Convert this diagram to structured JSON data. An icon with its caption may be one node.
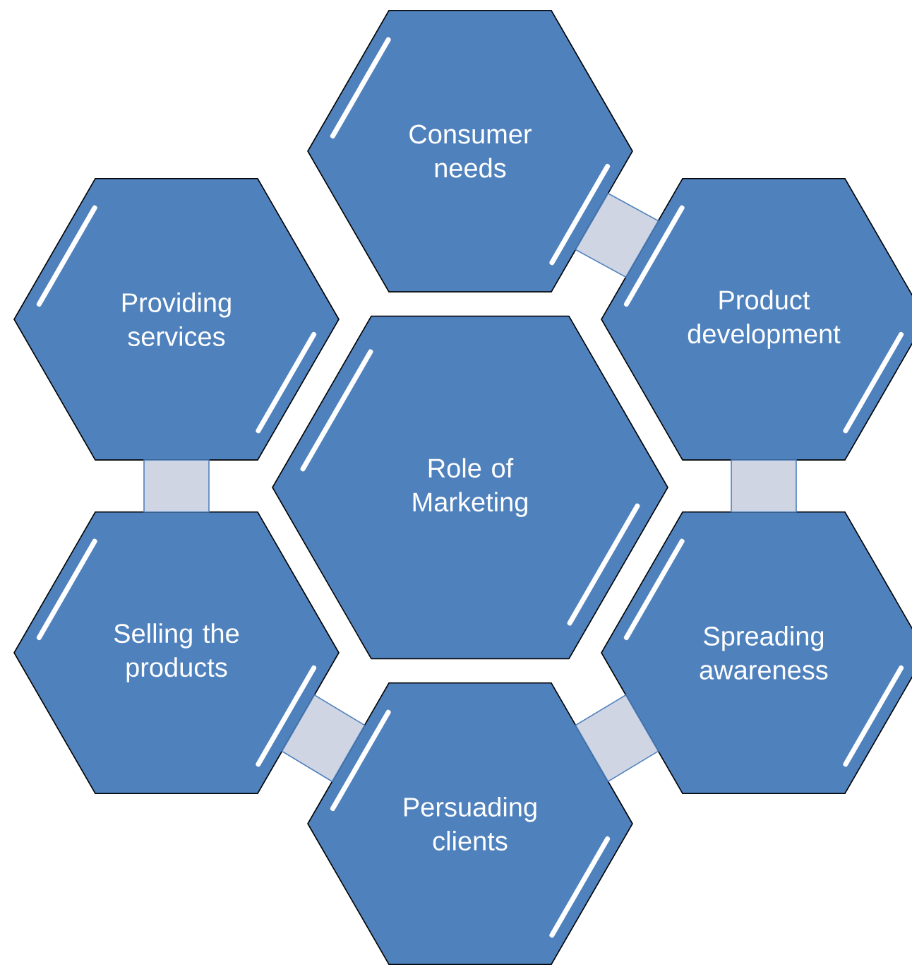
{
  "diagram": {
    "nodes": [
      {
        "text": [
          "Consumer needs"
        ]
      },
      {
        "text": [
          "Providing services"
        ]
      },
      {
        "text": [
          "Product development"
        ]
      },
      {
        "text": [
          "Role of Marketing"
        ]
      },
      {
        "text": [
          "Selling the products"
        ]
      },
      {
        "text": [
          "Spreading awareness"
        ]
      },
      {
        "text": [
          "Persuading clients"
        ]
      }
    ],
    "edges": [
      {
        "from": 0,
        "to": 2,
        "arrow": "none"
      },
      {
        "from": 2,
        "to": 5,
        "arrow": "none"
      },
      {
        "from": 5,
        "to": 6,
        "arrow": "none"
      },
      {
        "from": 6,
        "to": 4,
        "arrow": "none"
      },
      {
        "from": 4,
        "to": 1,
        "arrow": "none"
      }
    ]
  }
}
